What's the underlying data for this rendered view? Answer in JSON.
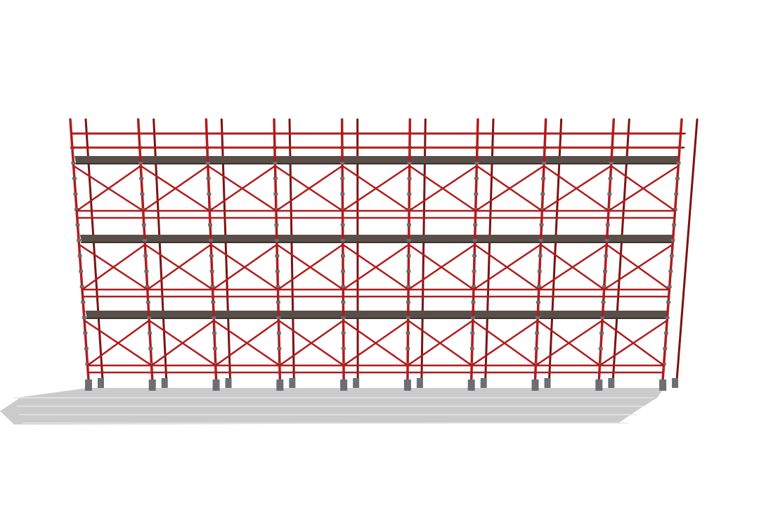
{
  "scene": {
    "subject": "scaffolding",
    "bays": 9,
    "levels": 3,
    "colors": {
      "background": "#ffffff",
      "frame": "#b01c1c",
      "frame_dark": "#7e1212",
      "deck": "#5a4f48",
      "deck_edge": "#3a3330",
      "coupler": "#6b6f73",
      "shadow": "#b9b9b9"
    }
  }
}
